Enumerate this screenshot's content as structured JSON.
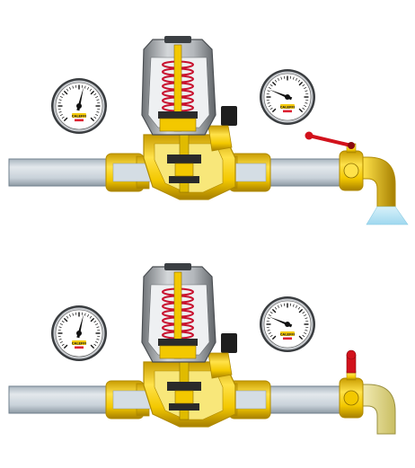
{
  "colors": {
    "pipe": "#c9d2da",
    "pipe_edge": "#6f7f8c",
    "brass": "#f3c800",
    "brass_dark": "#b08a00",
    "valve_gray": "#8a8f94",
    "valve_light": "#d9dcdf",
    "spring_red": "#c8102e",
    "handle_red": "#d2121c",
    "water_spray": "#b7e3f3",
    "needle": "#111111",
    "panel_bg": "#ffffff"
  },
  "scenes": [
    {
      "name": "top-scene",
      "state": "tap open",
      "gauges": [
        {
          "name": "inlet",
          "needle_level": 0.55,
          "brand_text": "CALEFFI"
        },
        {
          "name": "outlet",
          "needle_level": 0.25,
          "brand_text": "CALEFFI"
        }
      ]
    },
    {
      "name": "bottom-scene",
      "state": "tap closed",
      "gauges": [
        {
          "name": "inlet",
          "needle_level": 0.55,
          "brand_text": "CALEFFI"
        },
        {
          "name": "outlet",
          "needle_level": 0.25,
          "brand_text": "CALEFFI"
        }
      ]
    }
  ],
  "icons": [
    "pressure-gauge-icon",
    "ball-valve-icon",
    "pressure-reducing-valve-icon",
    "water-spray-icon"
  ]
}
